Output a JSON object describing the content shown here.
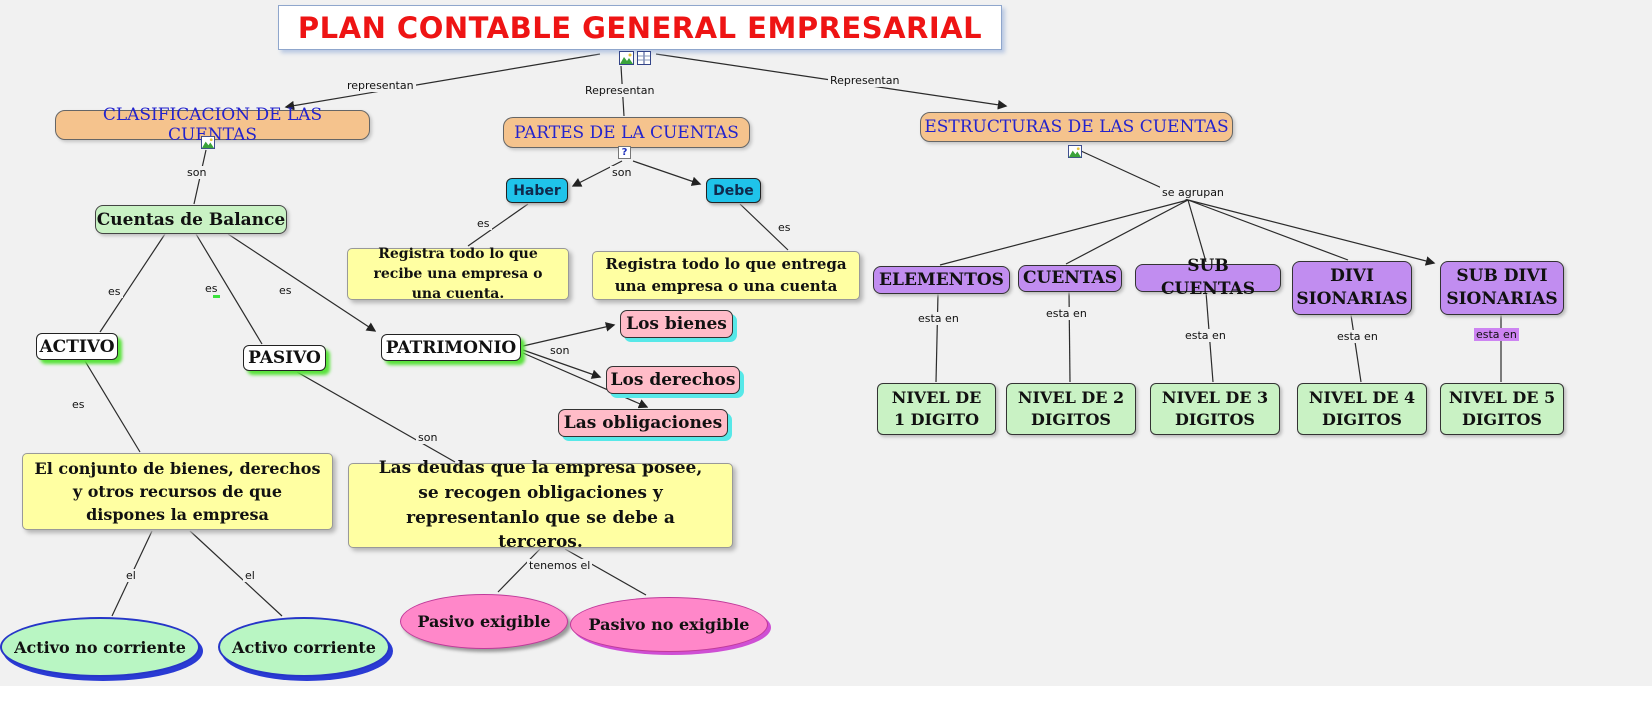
{
  "title": {
    "label": "PLAN CONTABLE GENERAL EMPRESARIAL"
  },
  "nodes": {
    "clasificacion": "CLASIFICACION DE LAS CUENTAS",
    "partes": "PARTES DE LA CUENTAS",
    "estructuras": "ESTRUCTURAS DE LAS CUENTAS",
    "cuentas_balance": "Cuentas de Balance",
    "activo": "ACTIVO",
    "pasivo": "PASIVO",
    "patrimonio": "PATRIMONIO",
    "conjunto": "El conjunto de bienes, derechos y otros recursos de que dispones la empresa",
    "deudas": "Las deudas que la empresa posee, se recogen obligaciones y representanlo que se debe a terceros.",
    "activo_no_corriente": "Activo no corriente",
    "activo_corriente": "Activo corriente",
    "pasivo_exigible": "Pasivo exigible",
    "pasivo_no_exigible": "Pasivo no exigible",
    "los_bienes": "Los bienes",
    "los_derechos": "Los derechos",
    "las_obligaciones": "Las obligaciones",
    "haber": "Haber",
    "debe": "Debe",
    "registra_recibe": "Registra todo lo que recibe una empresa o una cuenta.",
    "registra_entrega": "Registra todo lo que entrega una empresa o una cuenta",
    "elementos": "ELEMENTOS",
    "cuentas": "CUENTAS",
    "sub_cuentas": "SUB CUENTAS",
    "divisionarias": "DIVI SIONARIAS",
    "sub_divisionarias": "SUB DIVI SIONARIAS",
    "nivel1": "NIVEL DE 1 DIGITO",
    "nivel2": "NIVEL DE 2 DIGITOS",
    "nivel3": "NIVEL DE 3 DIGITOS",
    "nivel4": "NIVEL DE 4 DIGITOS",
    "nivel5": "NIVEL DE 5 DIGITOS"
  },
  "links": {
    "representan_min": "representan",
    "representan_cap": "Representan",
    "son": "son",
    "es": "es",
    "el": "el",
    "tenemos_el": "tenemos el",
    "se_agrupan": "se agrupan",
    "esta_en": "esta en"
  },
  "icons": {
    "question": "?"
  },
  "colors": {
    "title_text": "#ee1414",
    "background": "#f1f1f1",
    "node_orange": "#f5c38d",
    "orange_text": "#2323cd",
    "node_green": "#c9f2c4",
    "node_yellow": "#ffffa2",
    "node_cyan": "#1fc3ea",
    "node_pink": "#ffbcc8",
    "pink_shadow_cyan": "#57e8e8",
    "node_purple": "#c18df0",
    "ellipse_green": "#b9f6c3",
    "ellipse_green_border": "#2636c8",
    "ellipse_pink": "#ff87c9",
    "white_box_shadow_green": "#5ae23c",
    "highlight_purple": "#cd84f2"
  }
}
